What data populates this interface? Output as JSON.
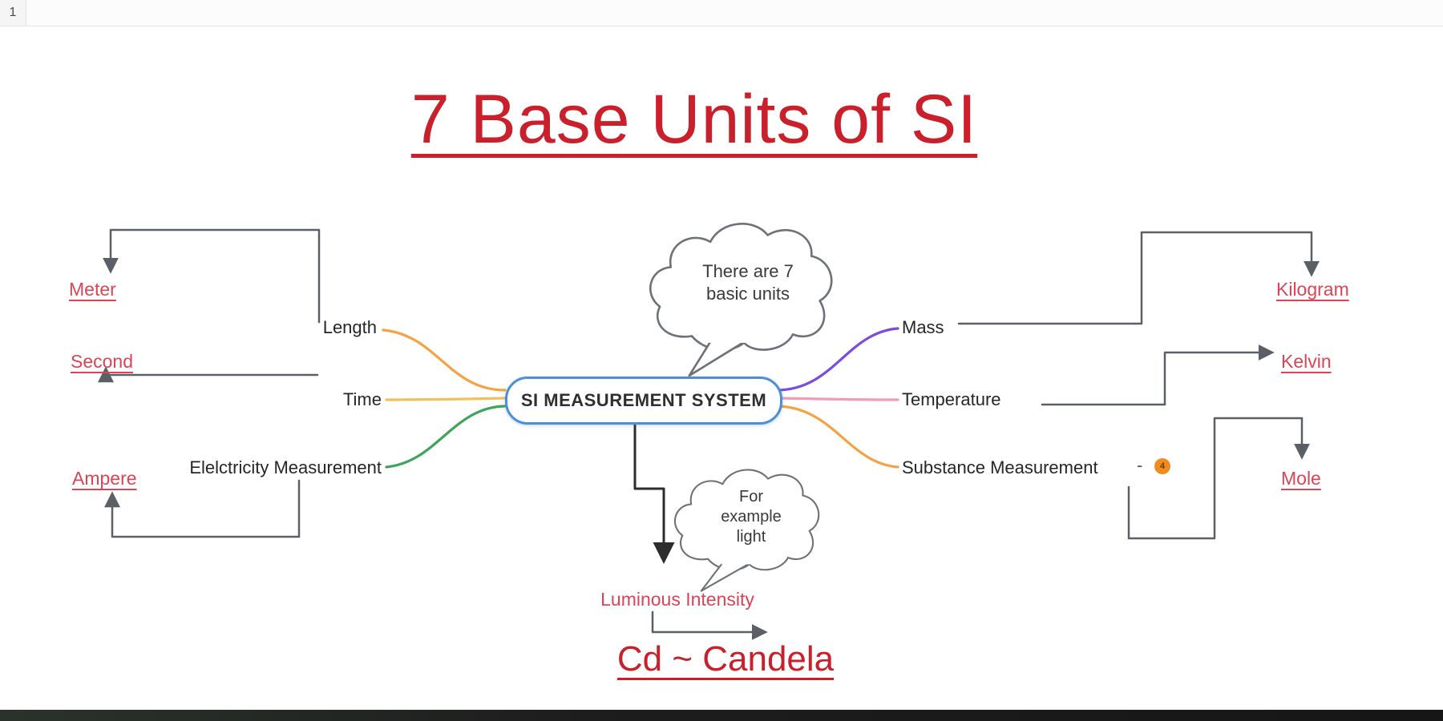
{
  "page": {
    "number": "1"
  },
  "title": {
    "text": "7 Base Units of SI"
  },
  "center": {
    "label": "SI MEASUREMENT SYSTEM"
  },
  "clouds": {
    "top": {
      "line1": "There are 7",
      "line2": "basic units"
    },
    "bottom": {
      "line1": "For",
      "line2": "example",
      "line3": "light"
    }
  },
  "left_branches": [
    {
      "label": "Length",
      "unit": "Meter"
    },
    {
      "label": "Time",
      "unit": "Second"
    },
    {
      "label": "Elelctricity Measurement",
      "unit": "Ampere"
    }
  ],
  "right_branches": [
    {
      "label": "Mass",
      "unit": "Kilogram"
    },
    {
      "label": "Temperature",
      "unit": "Kelvin"
    },
    {
      "label": "Substance Measurement",
      "unit": "Mole"
    }
  ],
  "bottom_branch": {
    "label": "Luminous Intensity",
    "unit": "Cd ~ Candela"
  },
  "badge": {
    "text": "4"
  },
  "dash": "-",
  "colors": {
    "title_red": "#c9202c",
    "unit_red": "#d94556",
    "node_border_blue": "#4a90d8",
    "connector_gray": "#5a6066",
    "branch_orange": "#f5a244",
    "branch_yellow": "#f0c05b",
    "branch_green": "#3fa45b",
    "branch_purple": "#7a4be0",
    "branch_pink": "#f29bb6",
    "badge_orange": "#f08c1e"
  }
}
